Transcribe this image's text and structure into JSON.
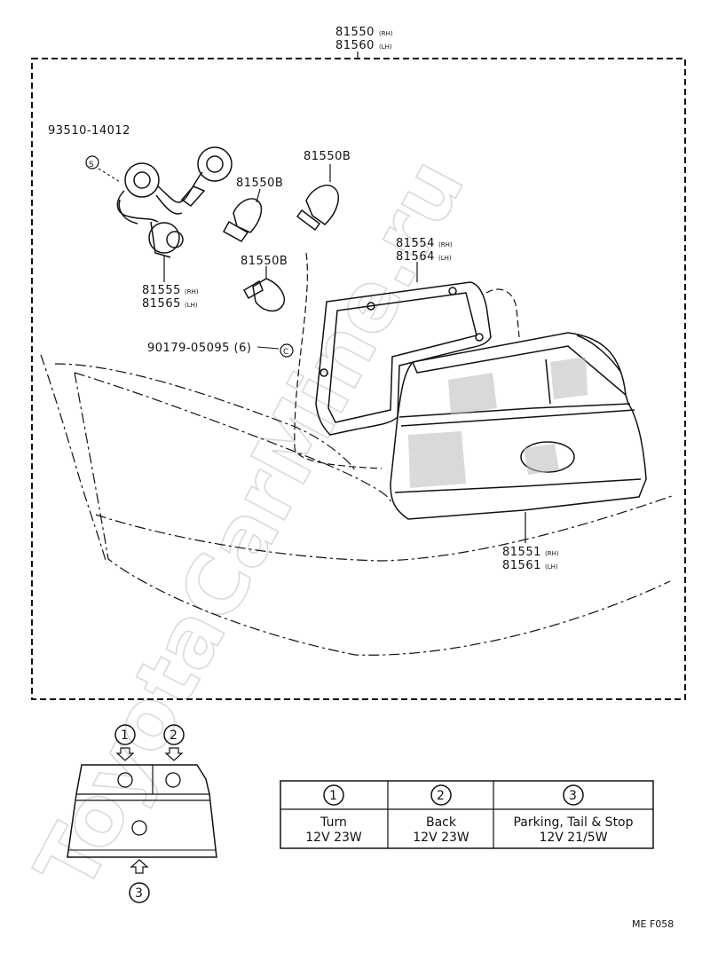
{
  "watermark": "ToyotaCarMine.ru",
  "assembly": {
    "rh": "81550",
    "rh_suffix": "(RH)",
    "lh": "81560",
    "lh_suffix": "(LH)"
  },
  "parts": {
    "screw": "93510-14012",
    "screw_mark": "S",
    "socket_rh": "81555",
    "socket_rh_suffix": "(RH)",
    "socket_lh": "81565",
    "socket_lh_suffix": "(LH)",
    "bulb_1": "81550B",
    "bulb_2": "81550B",
    "bulb_3": "81550B",
    "clip": "90179-05095 (6)",
    "clip_mark": "C",
    "gasket_rh": "81554",
    "gasket_rh_suffix": "(RH)",
    "gasket_lh": "81564",
    "gasket_lh_suffix": "(LH)",
    "lens_rh": "81551",
    "lens_rh_suffix": "(RH)",
    "lens_lh": "81561",
    "lens_lh_suffix": "(LH)"
  },
  "legend": {
    "markers": [
      "1",
      "2",
      "3"
    ],
    "table": [
      {
        "num": "1",
        "line1": "Turn",
        "line2": "12V 23W"
      },
      {
        "num": "2",
        "line1": "Back",
        "line2": "12V 23W"
      },
      {
        "num": "3",
        "line1": "Parking, Tail & Stop",
        "line2": "12V 21/5W"
      }
    ]
  },
  "figure_code": "ME F058"
}
